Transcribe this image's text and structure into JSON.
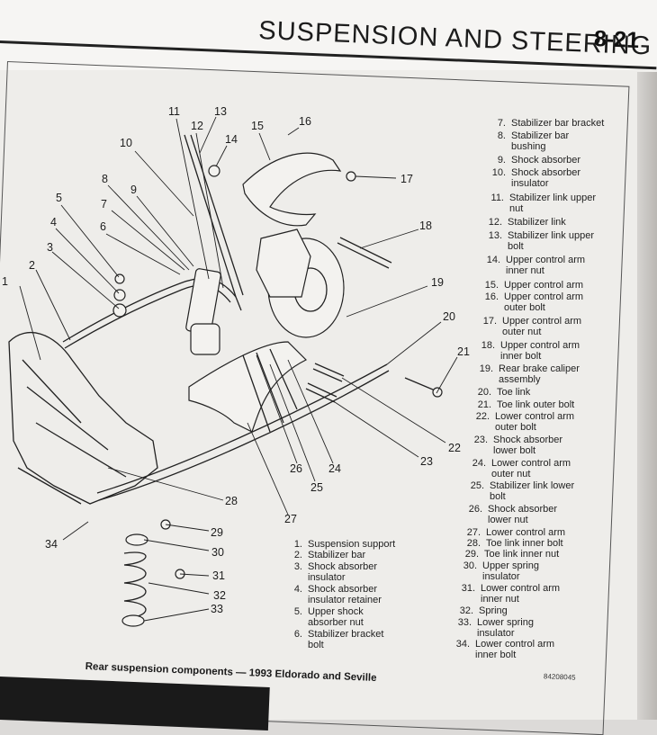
{
  "header": {
    "title": "SUSPENSION AND STEERING",
    "page_number": "8-21"
  },
  "figure": {
    "caption": "Rear suspension components — 1993 Eldorado and Seville",
    "code": "84208045"
  },
  "callouts": [
    "1",
    "2",
    "3",
    "4",
    "5",
    "6",
    "7",
    "8",
    "9",
    "10",
    "11",
    "12",
    "13",
    "14",
    "15",
    "16",
    "17",
    "18",
    "19",
    "20",
    "21",
    "22",
    "23",
    "24",
    "25",
    "26",
    "27",
    "28",
    "29",
    "30",
    "31",
    "32",
    "33",
    "34"
  ],
  "legend": [
    {
      "num": "7.",
      "text": "Stabilizer bar bracket"
    },
    {
      "num": "8.",
      "text": "Stabilizer bar\nbushing"
    },
    {
      "num": "9.",
      "text": "Shock absorber"
    },
    {
      "num": "10.",
      "text": "Shock absorber\ninsulator"
    },
    {
      "num": "11.",
      "text": "Stabilizer link upper\nnut"
    },
    {
      "num": "12.",
      "text": "Stabilizer link"
    },
    {
      "num": "13.",
      "text": "Stabilizer link upper\nbolt"
    },
    {
      "num": "14.",
      "text": "Upper control arm\ninner nut"
    },
    {
      "num": "15.",
      "text": "Upper control arm"
    },
    {
      "num": "16.",
      "text": "Upper control arm\nouter bolt"
    },
    {
      "num": "17.",
      "text": "Upper control arm\nouter nut"
    },
    {
      "num": "18.",
      "text": "Upper control arm\ninner bolt"
    },
    {
      "num": "19.",
      "text": "Rear brake caliper\nassembly"
    },
    {
      "num": "20.",
      "text": "Toe link"
    },
    {
      "num": "21.",
      "text": "Toe link outer bolt"
    },
    {
      "num": "22.",
      "text": "Lower control arm\nouter bolt"
    },
    {
      "num": "23.",
      "text": "Shock absorber\nlower bolt"
    },
    {
      "num": "24.",
      "text": "Lower control arm\nouter nut"
    },
    {
      "num": "25.",
      "text": "Stabilizer link lower\nbolt"
    },
    {
      "num": "26.",
      "text": "Shock absorber\nlower nut"
    },
    {
      "num": "27.",
      "text": "Lower control arm"
    },
    {
      "num": "28.",
      "text": "Toe link inner bolt"
    },
    {
      "num": "29.",
      "text": "Toe link inner nut"
    },
    {
      "num": "30.",
      "text": "Upper spring\ninsulator"
    },
    {
      "num": "31.",
      "text": "Lower control arm\ninner nut"
    },
    {
      "num": "32.",
      "text": "Spring"
    },
    {
      "num": "33.",
      "text": "Lower spring\ninsulator"
    },
    {
      "num": "34.",
      "text": "Lower control arm\ninner bolt"
    },
    {
      "num": "1.",
      "text": "Suspension support"
    },
    {
      "num": "2.",
      "text": "Stabilizer bar"
    },
    {
      "num": "3.",
      "text": "Shock absorber\ninsulator"
    },
    {
      "num": "4.",
      "text": "Shock absorber\ninsulator retainer"
    },
    {
      "num": "5.",
      "text": "Upper shock\nabsorber nut"
    },
    {
      "num": "6.",
      "text": "Stabilizer bracket\nbolt"
    }
  ]
}
